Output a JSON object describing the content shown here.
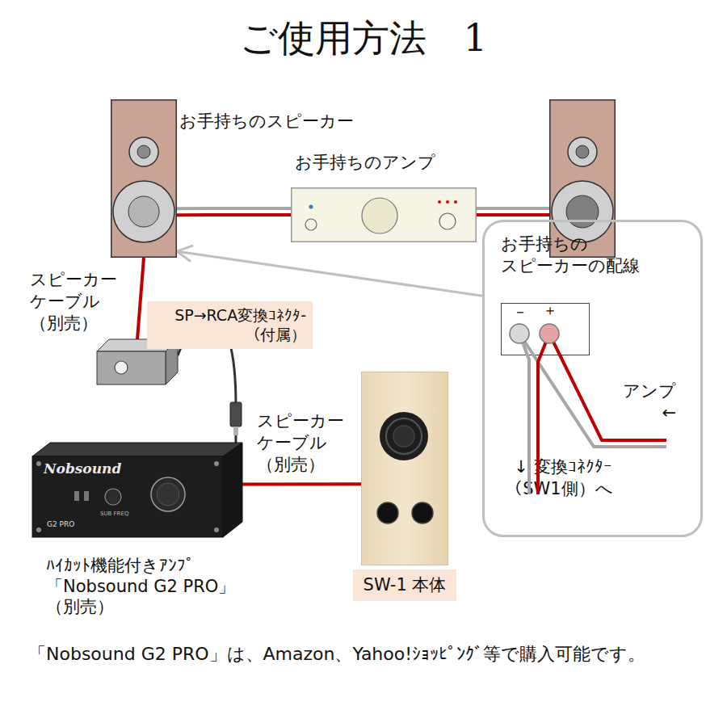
{
  "diagram": {
    "title": "ご使用方法　1",
    "caption": "「Nobsound G2 PRO」は、Amazon、Yahoo!ｼｮｯﾋﾟﾝｸﾞ等で購入可能です。",
    "nodes": [
      {
        "text": [
          "お手持ちのスピーカー"
        ]
      },
      {
        "text": [
          "お手持ちのアンプ"
        ]
      },
      {
        "text": [
          "SP→RCA変換ｺﾈｸﾀ- （付属）"
        ]
      },
      {
        "text": [
          "Nobsound",
          "G2 PRO",
          "SUB FREQ",
          "ﾊｲｶｯﾄ機能付きｱﾝﾌﾟ 「Nobsound G2 PRO」 （別売）"
        ]
      },
      {
        "text": [
          "SW-1 本体"
        ]
      },
      {
        "text": [
          "お手持ちの スピーカーの配線",
          "アンプ ←",
          "↓ 変換ｺﾈｸﾀｰ （SW1側）へ"
        ]
      },
      {
        "text": [
          "－",
          "＋"
        ],
        "in": 5
      }
    ],
    "edges": [
      {
        "from": 0,
        "to": 1,
        "arrow": "none"
      },
      {
        "from": 0,
        "to": 2,
        "label": "スピーカー ケーブル （別売）",
        "arrow": "none"
      },
      {
        "from": 2,
        "to": 3,
        "arrow": "none"
      },
      {
        "from": 3,
        "to": 4,
        "label": "スピーカー ケーブル （別売）",
        "arrow": "none"
      },
      {
        "from": 5,
        "to": 0,
        "arrow": "to"
      }
    ]
  }
}
